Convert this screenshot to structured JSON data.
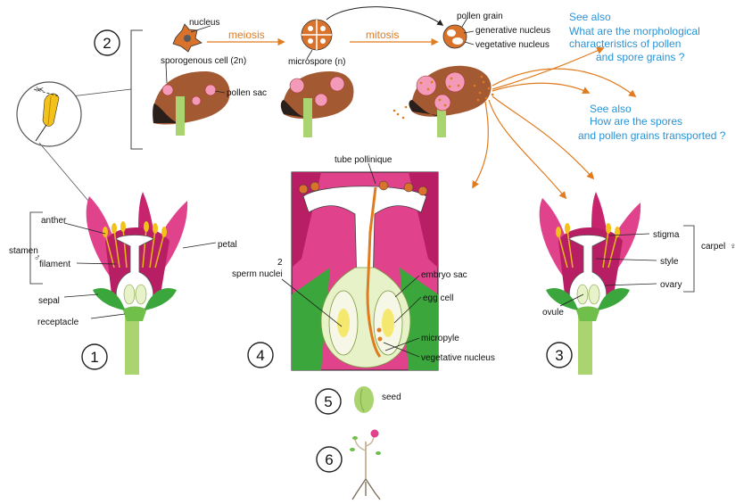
{
  "colors": {
    "petal": "#e0428c",
    "petal_dark": "#b81e64",
    "sepal": "#3ba63b",
    "stem": "#a9d46f",
    "ovary": "#f3f3f3",
    "pollen_sac": "#f29ab8",
    "brown": "#a35a33",
    "orange": "#e07b1e",
    "link_blue": "#2a93d5"
  },
  "steps": {
    "s1": "1",
    "s2": "2",
    "s3": "3",
    "s4": "4",
    "s5": "5",
    "s6": "6"
  },
  "process": {
    "meiosis": "meiosis",
    "mitosis": "mitosis"
  },
  "labels": {
    "nucleus": "nucleus",
    "sporogenous_cell": "sporogenous cell (2n)",
    "pollen_sac": "pollen sac",
    "microspore": "microspore (n)",
    "pollen_grain": "pollen grain",
    "generative_nucleus": "generative nucleus",
    "vegetative_nucleus_top": "vegetative nucleus",
    "anther": "anther",
    "stamen": "stamen",
    "male_symbol": "♂",
    "filament": "filament",
    "petal": "petal",
    "sepal": "sepal",
    "receptacle": "receptacle",
    "tube_pollinique": "tube pollinique",
    "sperm_nuclei_num": "2",
    "sperm_nuclei": "sperm nuclei",
    "embryo_sac": "embryo sac",
    "egg_cell": "egg cell",
    "micropyle": "micropyle",
    "vegetative_nucleus": "vegetative nucleus",
    "stigma": "stigma",
    "style": "style",
    "ovary": "ovary",
    "ovule": "ovule",
    "carpel": "carpel",
    "female_symbol": "♀",
    "seed": "seed"
  },
  "links": {
    "link1": {
      "see_also": "See also",
      "line1": "What are the morphological",
      "line2": "characteristics of pollen",
      "line3": "and spore grains ?"
    },
    "link2": {
      "see_also": "See also",
      "line1": "How are the spores",
      "line2": "and pollen grains transported ?"
    }
  }
}
